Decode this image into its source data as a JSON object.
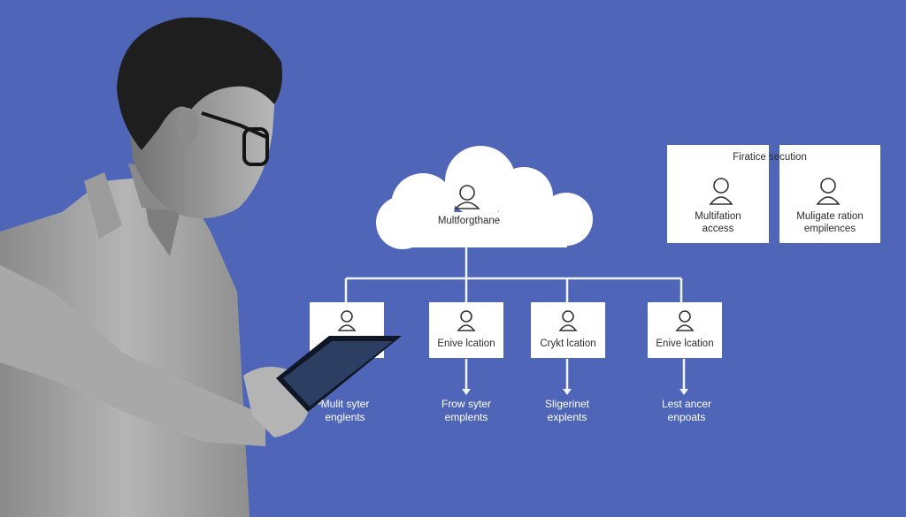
{
  "cloud": {
    "label": "Multforgthane"
  },
  "panel": {
    "title": "Firatice secution",
    "left": {
      "line1": "Multifation",
      "line2": "access"
    },
    "right": {
      "line1": "Muligate ration",
      "line2": "empilences"
    }
  },
  "nodes": [
    {
      "label": "",
      "caption1": "Mulit syter",
      "caption2": "englents"
    },
    {
      "label": "Enive lcation",
      "caption1": "Frow syter",
      "caption2": "emplents"
    },
    {
      "label": "Crykt lcation",
      "caption1": "Sligerinet",
      "caption2": "explents"
    },
    {
      "label": "Enive lcation",
      "caption1": "Lest ancer",
      "caption2": "enpoats"
    }
  ],
  "icons": [
    "user-icon",
    "tablet-icon",
    "arrow-down-icon"
  ],
  "colors": {
    "background": "#4f66b8",
    "box": "#ffffff",
    "line": "#f2f4fb",
    "text": "#2b2b2b"
  }
}
